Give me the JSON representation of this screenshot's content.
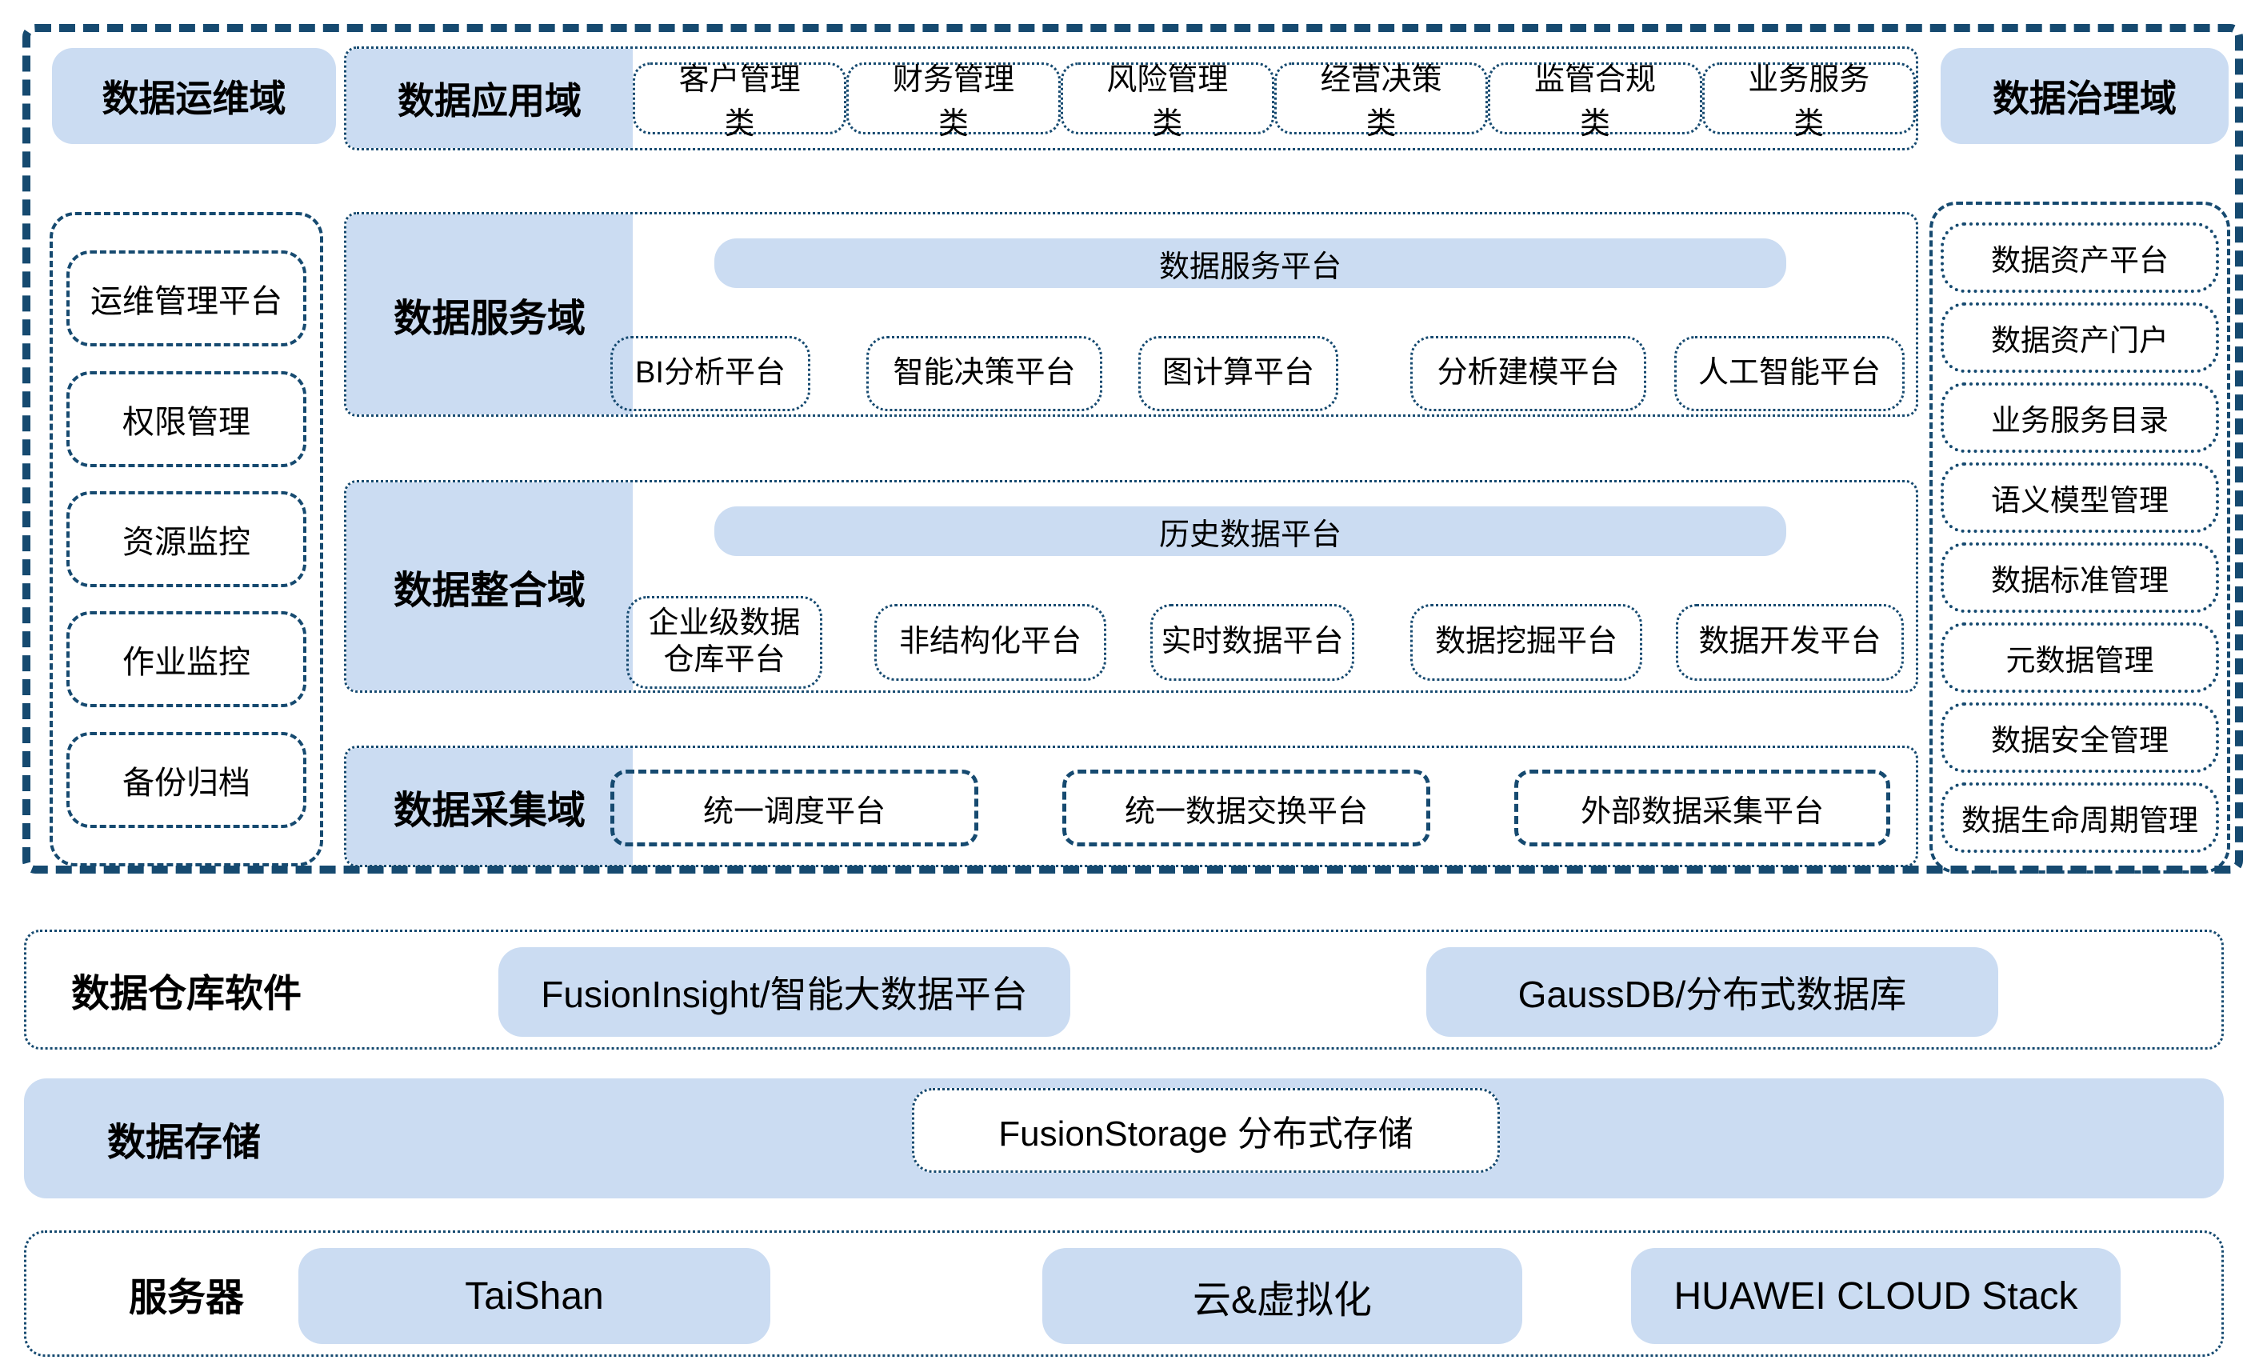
{
  "colors": {
    "fill_light_blue": "#cbdcf2",
    "border_navy": "#164a70",
    "text": "#000000",
    "background": "#ffffff"
  },
  "ops_domain": {
    "label": "数据运维域",
    "items": [
      "运维管理平台",
      "权限管理",
      "资源监控",
      "作业监控",
      "备份归档"
    ]
  },
  "app_domain": {
    "label": "数据应用域",
    "items": [
      "客户管理类",
      "财务管理类",
      "风险管理类",
      "经营决策类",
      "监管合规类",
      "业务服务类"
    ]
  },
  "governance_domain": {
    "label": "数据治理域",
    "items": [
      "数据资产平台",
      "数据资产门户",
      "业务服务目录",
      "语义模型管理",
      "数据标准管理",
      "元数据管理",
      "数据安全管理",
      "数据生命周期管理"
    ]
  },
  "service_domain": {
    "label": "数据服务域",
    "banner": "数据服务平台",
    "items": [
      "BI分析平台",
      "智能决策平台",
      "图计算平台",
      "分析建模平台",
      "人工智能平台"
    ]
  },
  "integration_domain": {
    "label": "数据整合域",
    "banner": "历史数据平台",
    "items": [
      "企业级数据仓库平台",
      "非结构化平台",
      "实时数据平台",
      "数据挖掘平台",
      "数据开发平台"
    ]
  },
  "collection_domain": {
    "label": "数据采集域",
    "items": [
      "统一调度平台",
      "统一数据交换平台",
      "外部数据采集平台"
    ]
  },
  "warehouse_row": {
    "label": "数据仓库软件",
    "items": [
      "FusionInsight/智能大数据平台",
      "GaussDB/分布式数据库"
    ]
  },
  "storage_row": {
    "label": "数据存储",
    "items": [
      "FusionStorage 分布式存储"
    ]
  },
  "server_row": {
    "label": "服务器",
    "items": [
      "TaiShan",
      "云&虚拟化",
      "HUAWEI CLOUD Stack"
    ]
  }
}
